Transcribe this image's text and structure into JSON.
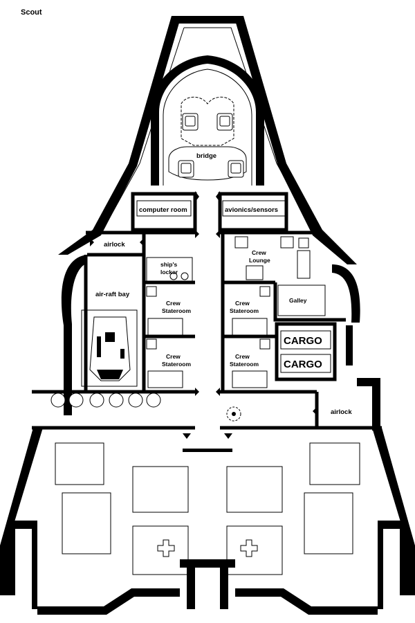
{
  "title": "Scout",
  "rooms": {
    "bridge": "bridge",
    "computer_room": "computer room",
    "avionics": "avionics/sensors",
    "airlock_top": "airlock",
    "ships_locker_line1": "ship's",
    "ships_locker_line2": "locker",
    "crew_lounge_line1": "Crew",
    "crew_lounge_line2": "Lounge",
    "air_raft_bay": "air-raft bay",
    "galley": "Galley",
    "stateroom_line1": "Crew",
    "stateroom_line2": "Stateroom",
    "cargo_1": "CARGO",
    "cargo_2": "CARGO",
    "airlock_bottom": "airlock"
  },
  "colors": {
    "wall": "#000000",
    "floor": "#ffffff"
  }
}
